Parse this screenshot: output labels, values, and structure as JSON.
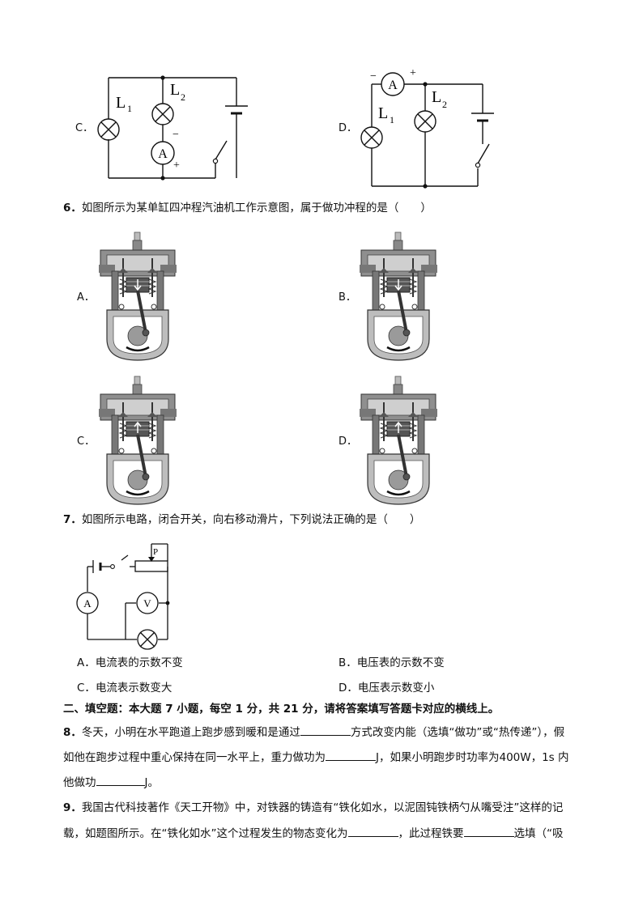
{
  "circuit_c": {
    "option": "C．",
    "lamp1": "L",
    "lamp1_sub": "1",
    "lamp2": "L",
    "lamp2_sub": "2",
    "meter": "A",
    "minus": "−",
    "plus": "+"
  },
  "circuit_d": {
    "option": "D．",
    "lamp1": "L",
    "lamp1_sub": "1",
    "lamp2": "L",
    "lamp2_sub": "2",
    "meter": "A",
    "minus": "−",
    "plus": "+"
  },
  "q6": {
    "number": "6．",
    "text": "如图所示为某单缸四冲程汽油机工作示意图，属于做功冲程的是（　　）",
    "options": [
      {
        "label": "A．"
      },
      {
        "label": "B．"
      },
      {
        "label": "C．"
      },
      {
        "label": "D．"
      }
    ]
  },
  "q7": {
    "number": "7．",
    "text": "如图所示电路，闭合开关，向右移动滑片，下列说法正确的是（　　）",
    "diagram": {
      "slider": "P",
      "ammeter": "A",
      "voltmeter": "V"
    },
    "options": [
      {
        "label": "A．",
        "text": "电流表的示数不变"
      },
      {
        "label": "B．",
        "text": "电压表的示数不变"
      },
      {
        "label": "C．",
        "text": "电流表示数变大"
      },
      {
        "label": "D．",
        "text": "电压表示数变小"
      }
    ]
  },
  "section2": {
    "title": "二、填空题：本大题 7 小题，每空 1 分，共 21 分，请将答案填写答题卡对应的横线上。"
  },
  "q8": {
    "number": "8．",
    "line1a": "冬天，小明在水平跑道上跑步感到暖和是通过",
    "line1b": "方式改变内能（选填“做功”或“热传递”），假",
    "line2a": "如他在跑步过程中重心保持在同一水平上，重力做功为",
    "line2b": "J，如果小明跑步时功率为400W，1s 内",
    "line3a": "他做功",
    "line3b": "J。"
  },
  "q9": {
    "number": "9．",
    "line1": "我国古代科技著作《天工开物》中，对铁器的铸造有“铁化如水，以泥固钝铁柄勺从嘴受注”这样的记",
    "line2a": "载，如题图所示。在“铁化如水”这个过程发生的物态变化为",
    "line2b": "，此过程铁要",
    "line2c": "选填（“吸"
  }
}
